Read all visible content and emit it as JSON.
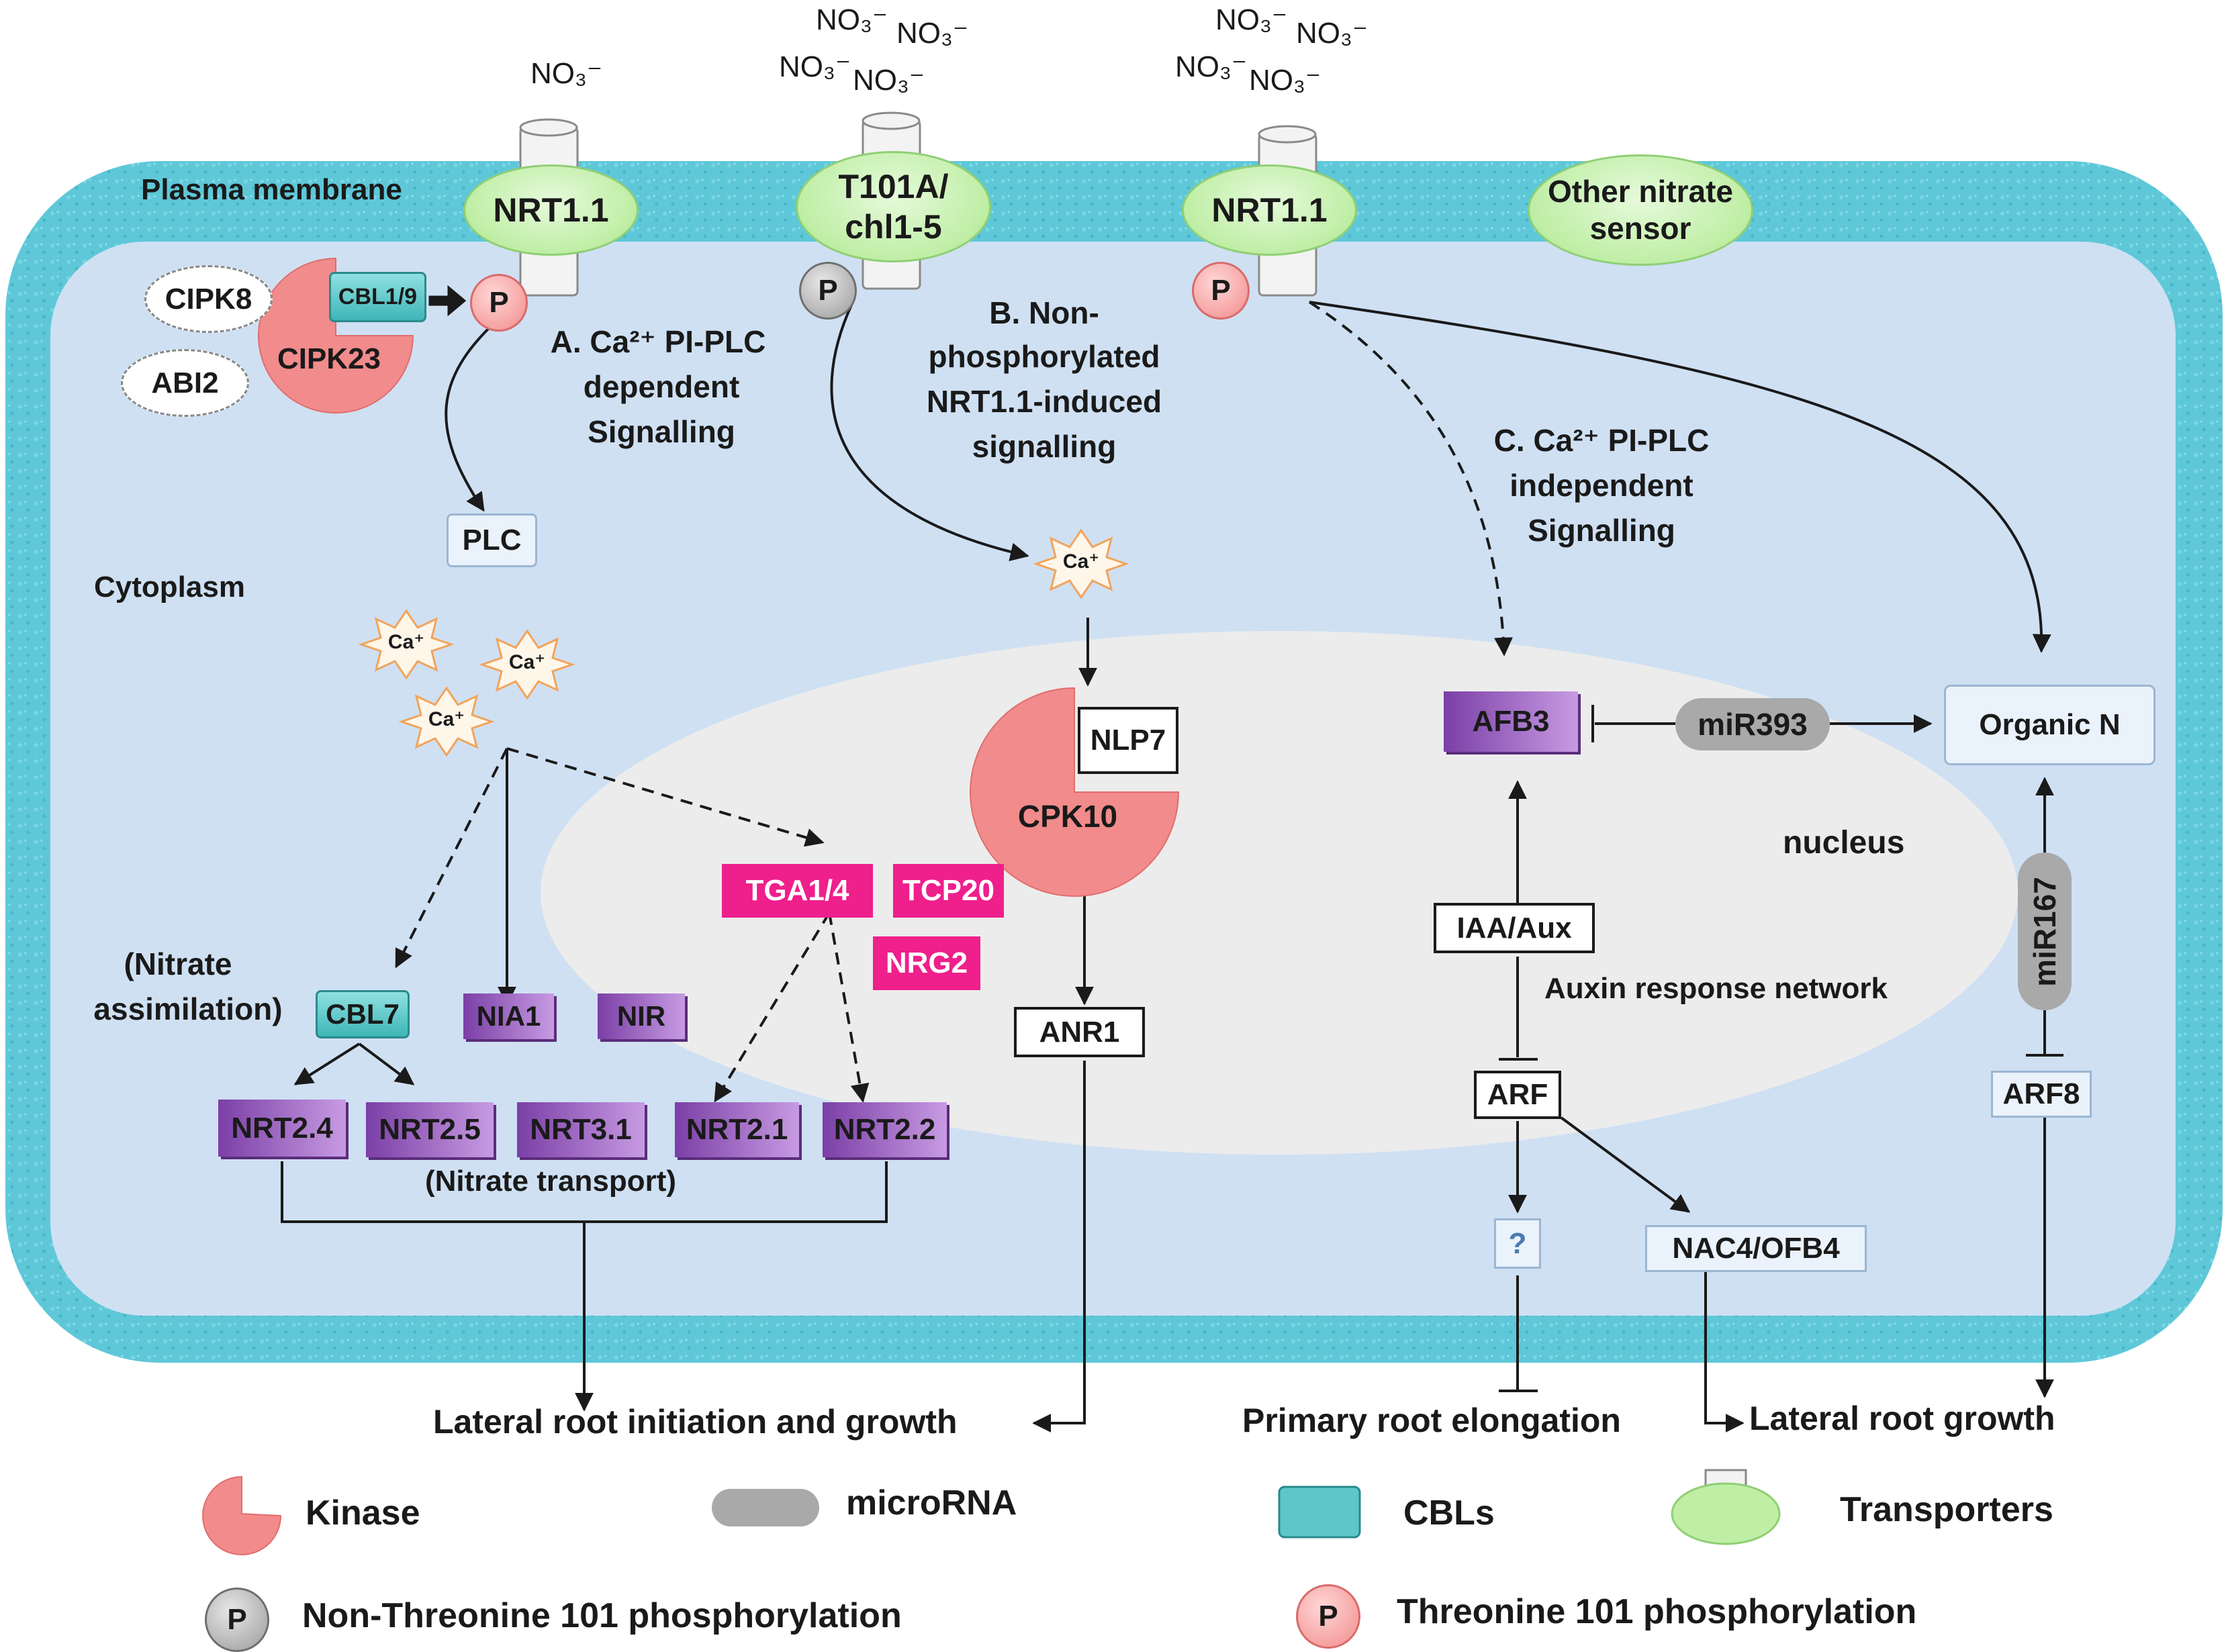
{
  "membrane": {
    "label": "Plasma membrane",
    "cytoplasm": "Cytoplasm",
    "nucleus": "nucleus"
  },
  "nitrate": {
    "no3": "NO₃⁻"
  },
  "transporters": {
    "nrt11_left": "NRT1.1",
    "t101a_line1": "T101A/",
    "t101a_line2": "chl1-5",
    "nrt11_right": "NRT1.1",
    "other_line1": "Other nitrate",
    "other_line2": "sensor"
  },
  "kinases": {
    "cipk23": "CIPK23",
    "cipk8": "CIPK8",
    "abi2": "ABI2",
    "cbl19": "CBL1/9",
    "cpk10": "CPK10",
    "nlp7": "NLP7"
  },
  "phospho": {
    "p": "P"
  },
  "pathways": {
    "a_line1": "A. Ca²⁺ PI-PLC",
    "a_line2": "dependent",
    "a_line3": "Signalling",
    "b_line1": "B. Non-",
    "b_line2": "phosphorylated",
    "b_line3": "NRT1.1-induced",
    "b_line4": "signalling",
    "c_line1": "C. Ca²⁺ PI-PLC",
    "c_line2": "independent",
    "c_line3": "Signalling"
  },
  "calcium": {
    "ca": "Ca⁺"
  },
  "genes": {
    "plc": "PLC",
    "cbl7": "CBL7",
    "nia1": "NIA1",
    "nir": "NIR",
    "nrt24": "NRT2.4",
    "nrt25": "NRT2.5",
    "nrt31": "NRT3.1",
    "nrt21": "NRT2.1",
    "nrt22": "NRT2.2",
    "tga14": "TGA1/4",
    "tcp20": "TCP20",
    "nrg2": "NRG2",
    "anr1": "ANR1",
    "afb3": "AFB3",
    "mir393": "miR393",
    "organic_n": "Organic N",
    "iaa": "IAA/Aux",
    "arf": "ARF",
    "question": "?",
    "nac4": "NAC4/OFB4",
    "mir167": "miR167",
    "arf8": "ARF8"
  },
  "annotations": {
    "nitrate_assim_1": "(Nitrate",
    "nitrate_assim_2": "assimilation)",
    "nitrate_transport": "(Nitrate transport)",
    "auxin_network": "Auxin response network"
  },
  "outcomes": {
    "lateral_init": "Lateral root initiation and growth",
    "primary": "Primary root elongation",
    "lateral_growth": "Lateral root growth"
  },
  "legend": {
    "kinase": "Kinase",
    "microrna": "microRNA",
    "cbls": "CBLs",
    "transporters": "Transporters",
    "non_thr": "Non-Threonine 101 phosphorylation",
    "thr": "Threonine 101 phosphorylation"
  },
  "colors": {
    "membrane": "#5ec8d8",
    "cytoplasm": "#cfe0f3",
    "nucleus": "#ececec",
    "gene_purple": "#9b59c9",
    "gene_pink": "#ef1f8c",
    "kinase": "#f28b8b",
    "transporter": "#bfeea5",
    "mirna": "#a9a9a9",
    "cbl": "#5cc6c8"
  }
}
